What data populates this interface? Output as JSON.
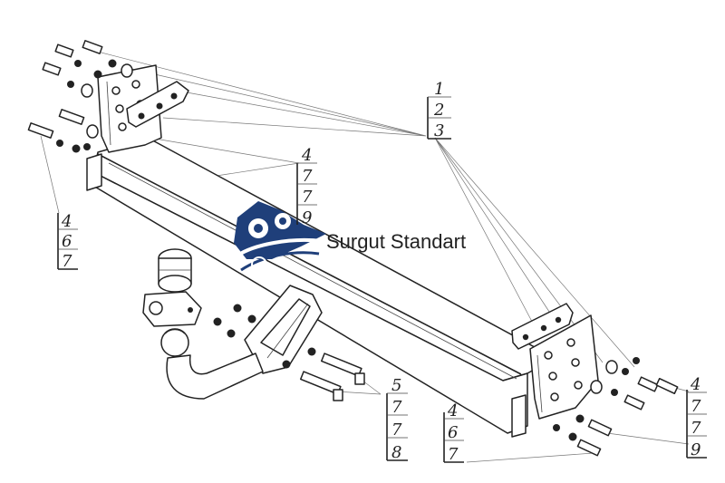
{
  "brand": {
    "name": "Surgut Standart",
    "logo_color": "#1f3f7a",
    "icon": "gears-car-logo-icon"
  },
  "callouts": [
    {
      "id": "c1",
      "labels": [
        "1",
        "2",
        "3"
      ]
    },
    {
      "id": "c2",
      "labels": [
        "4",
        "7",
        "7",
        "9"
      ]
    },
    {
      "id": "c3",
      "labels": [
        "4",
        "6",
        "7"
      ]
    },
    {
      "id": "c4",
      "labels": [
        "5",
        "7",
        "7",
        "8"
      ]
    },
    {
      "id": "c5",
      "labels": [
        "4",
        "6",
        "7"
      ]
    },
    {
      "id": "c6",
      "labels": [
        "4",
        "7",
        "7",
        "9"
      ]
    }
  ]
}
